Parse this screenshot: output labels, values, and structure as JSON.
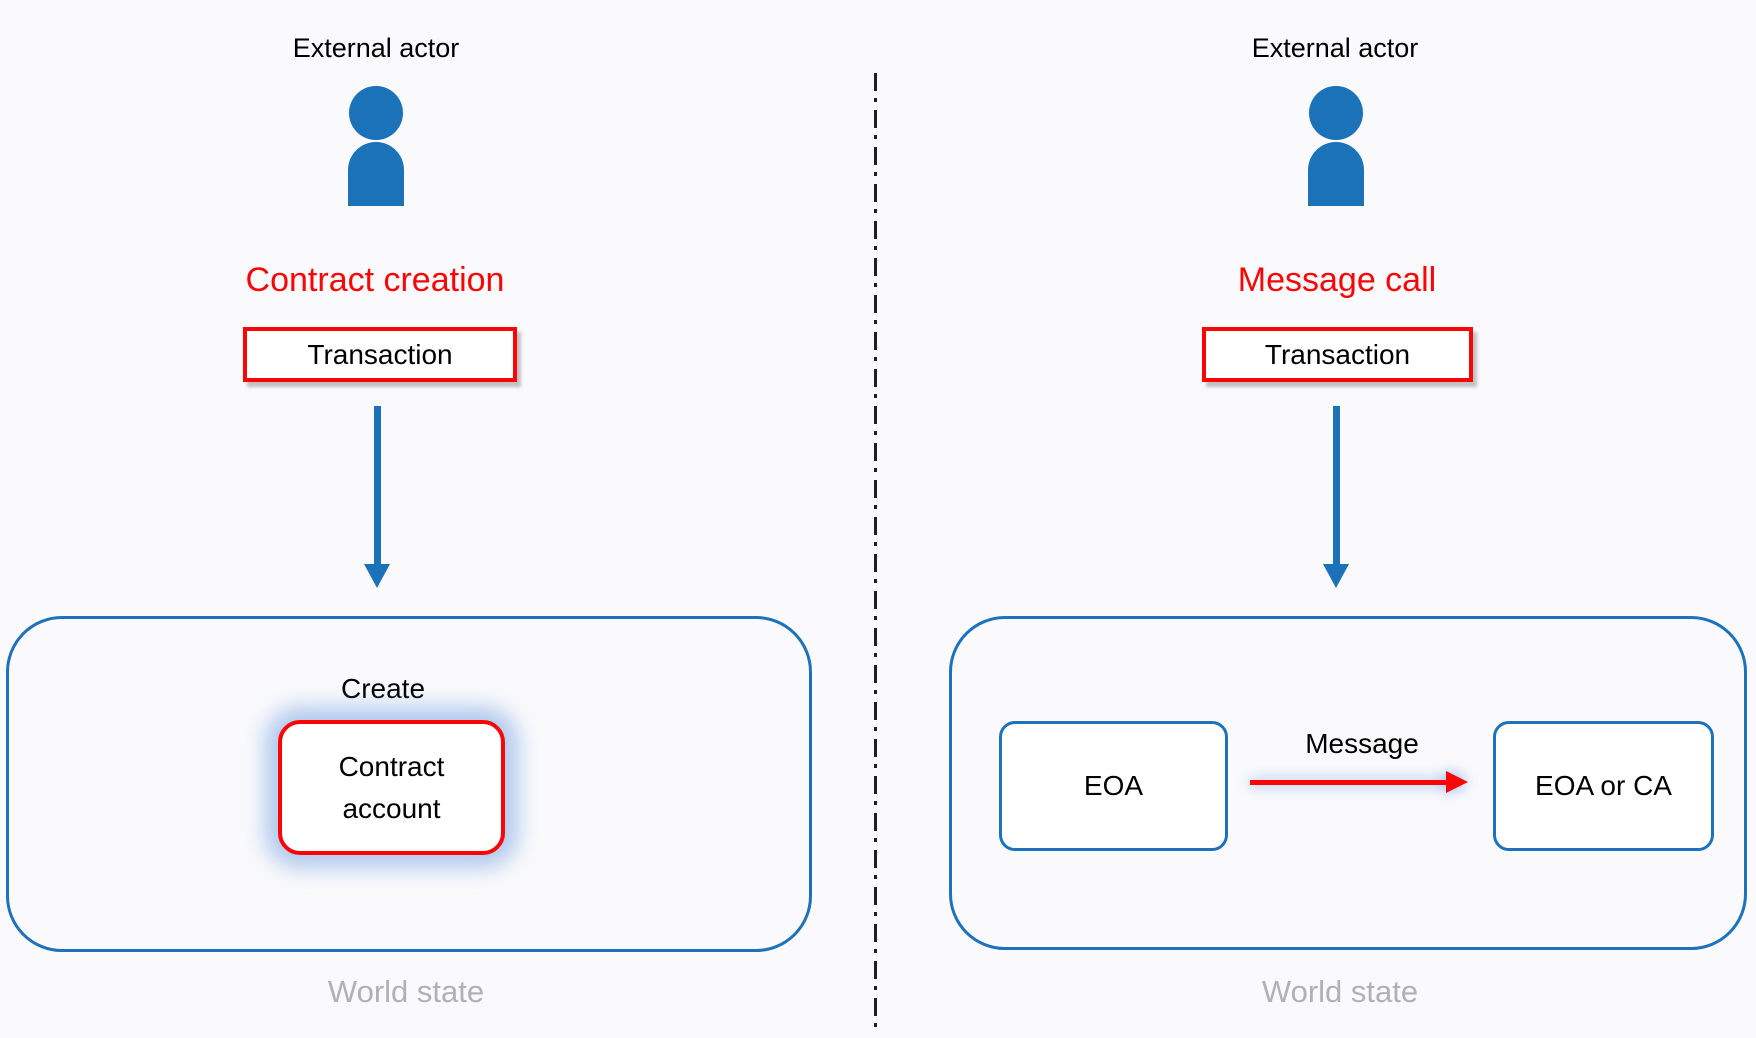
{
  "diagram": {
    "left": {
      "actor_label": "External actor",
      "flow_title": "Contract creation",
      "transaction_label": "Transaction",
      "container_caption": "Create",
      "account_box_lines": [
        "Contract",
        "account"
      ],
      "world_state_label": "World state"
    },
    "right": {
      "actor_label": "External actor",
      "flow_title": "Message call",
      "transaction_label": "Transaction",
      "source_box_label": "EOA",
      "message_arrow_label": "Message",
      "target_box_label": "EOA or CA",
      "world_state_label": "World state"
    },
    "icons": {
      "left_actor": "person-icon",
      "right_actor": "person-icon"
    },
    "colors": {
      "blue": "#1B72B8",
      "border_blue": "#1E72BC",
      "red": "#FA0505",
      "world_state_gray": "#B0B1B4",
      "divider_black": "#1F1F1F",
      "background": "#FAFAFC",
      "box_fill": "#FFFFFF"
    }
  }
}
